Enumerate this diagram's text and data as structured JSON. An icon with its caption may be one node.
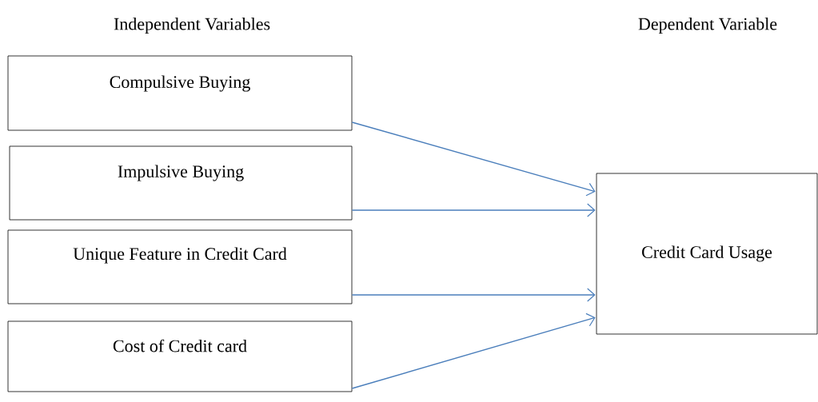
{
  "diagram": {
    "nodes": [
      {
        "text": [
          "Compulsive Buying"
        ]
      },
      {
        "text": [
          "Impulsive Buying"
        ]
      },
      {
        "text": [
          "Unique Feature in Credit Card"
        ]
      },
      {
        "text": [
          "Cost of Credit card"
        ]
      },
      {
        "text": [
          "Credit Card Usage"
        ]
      }
    ],
    "edges": [
      {
        "from": 0,
        "to": 4,
        "arrow": "to"
      },
      {
        "from": 1,
        "to": 4,
        "arrow": "to"
      },
      {
        "from": 2,
        "to": 4,
        "arrow": "to"
      },
      {
        "from": 3,
        "to": 4,
        "arrow": "to"
      }
    ],
    "labels": [
      "Independent Variables",
      "Dependent Variable"
    ]
  }
}
